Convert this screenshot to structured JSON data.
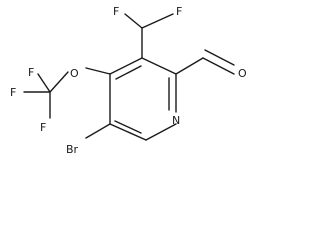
{
  "structure": {
    "atoms": {
      "f_cf3_top": "F",
      "f_cf3_left": "F",
      "f_cf3_bottom": "F",
      "o_ether": "O",
      "f_chf2_left": "F",
      "f_chf2_right": "F",
      "o_aldehyde": "O",
      "n_ring": "N",
      "br": "Br"
    }
  }
}
